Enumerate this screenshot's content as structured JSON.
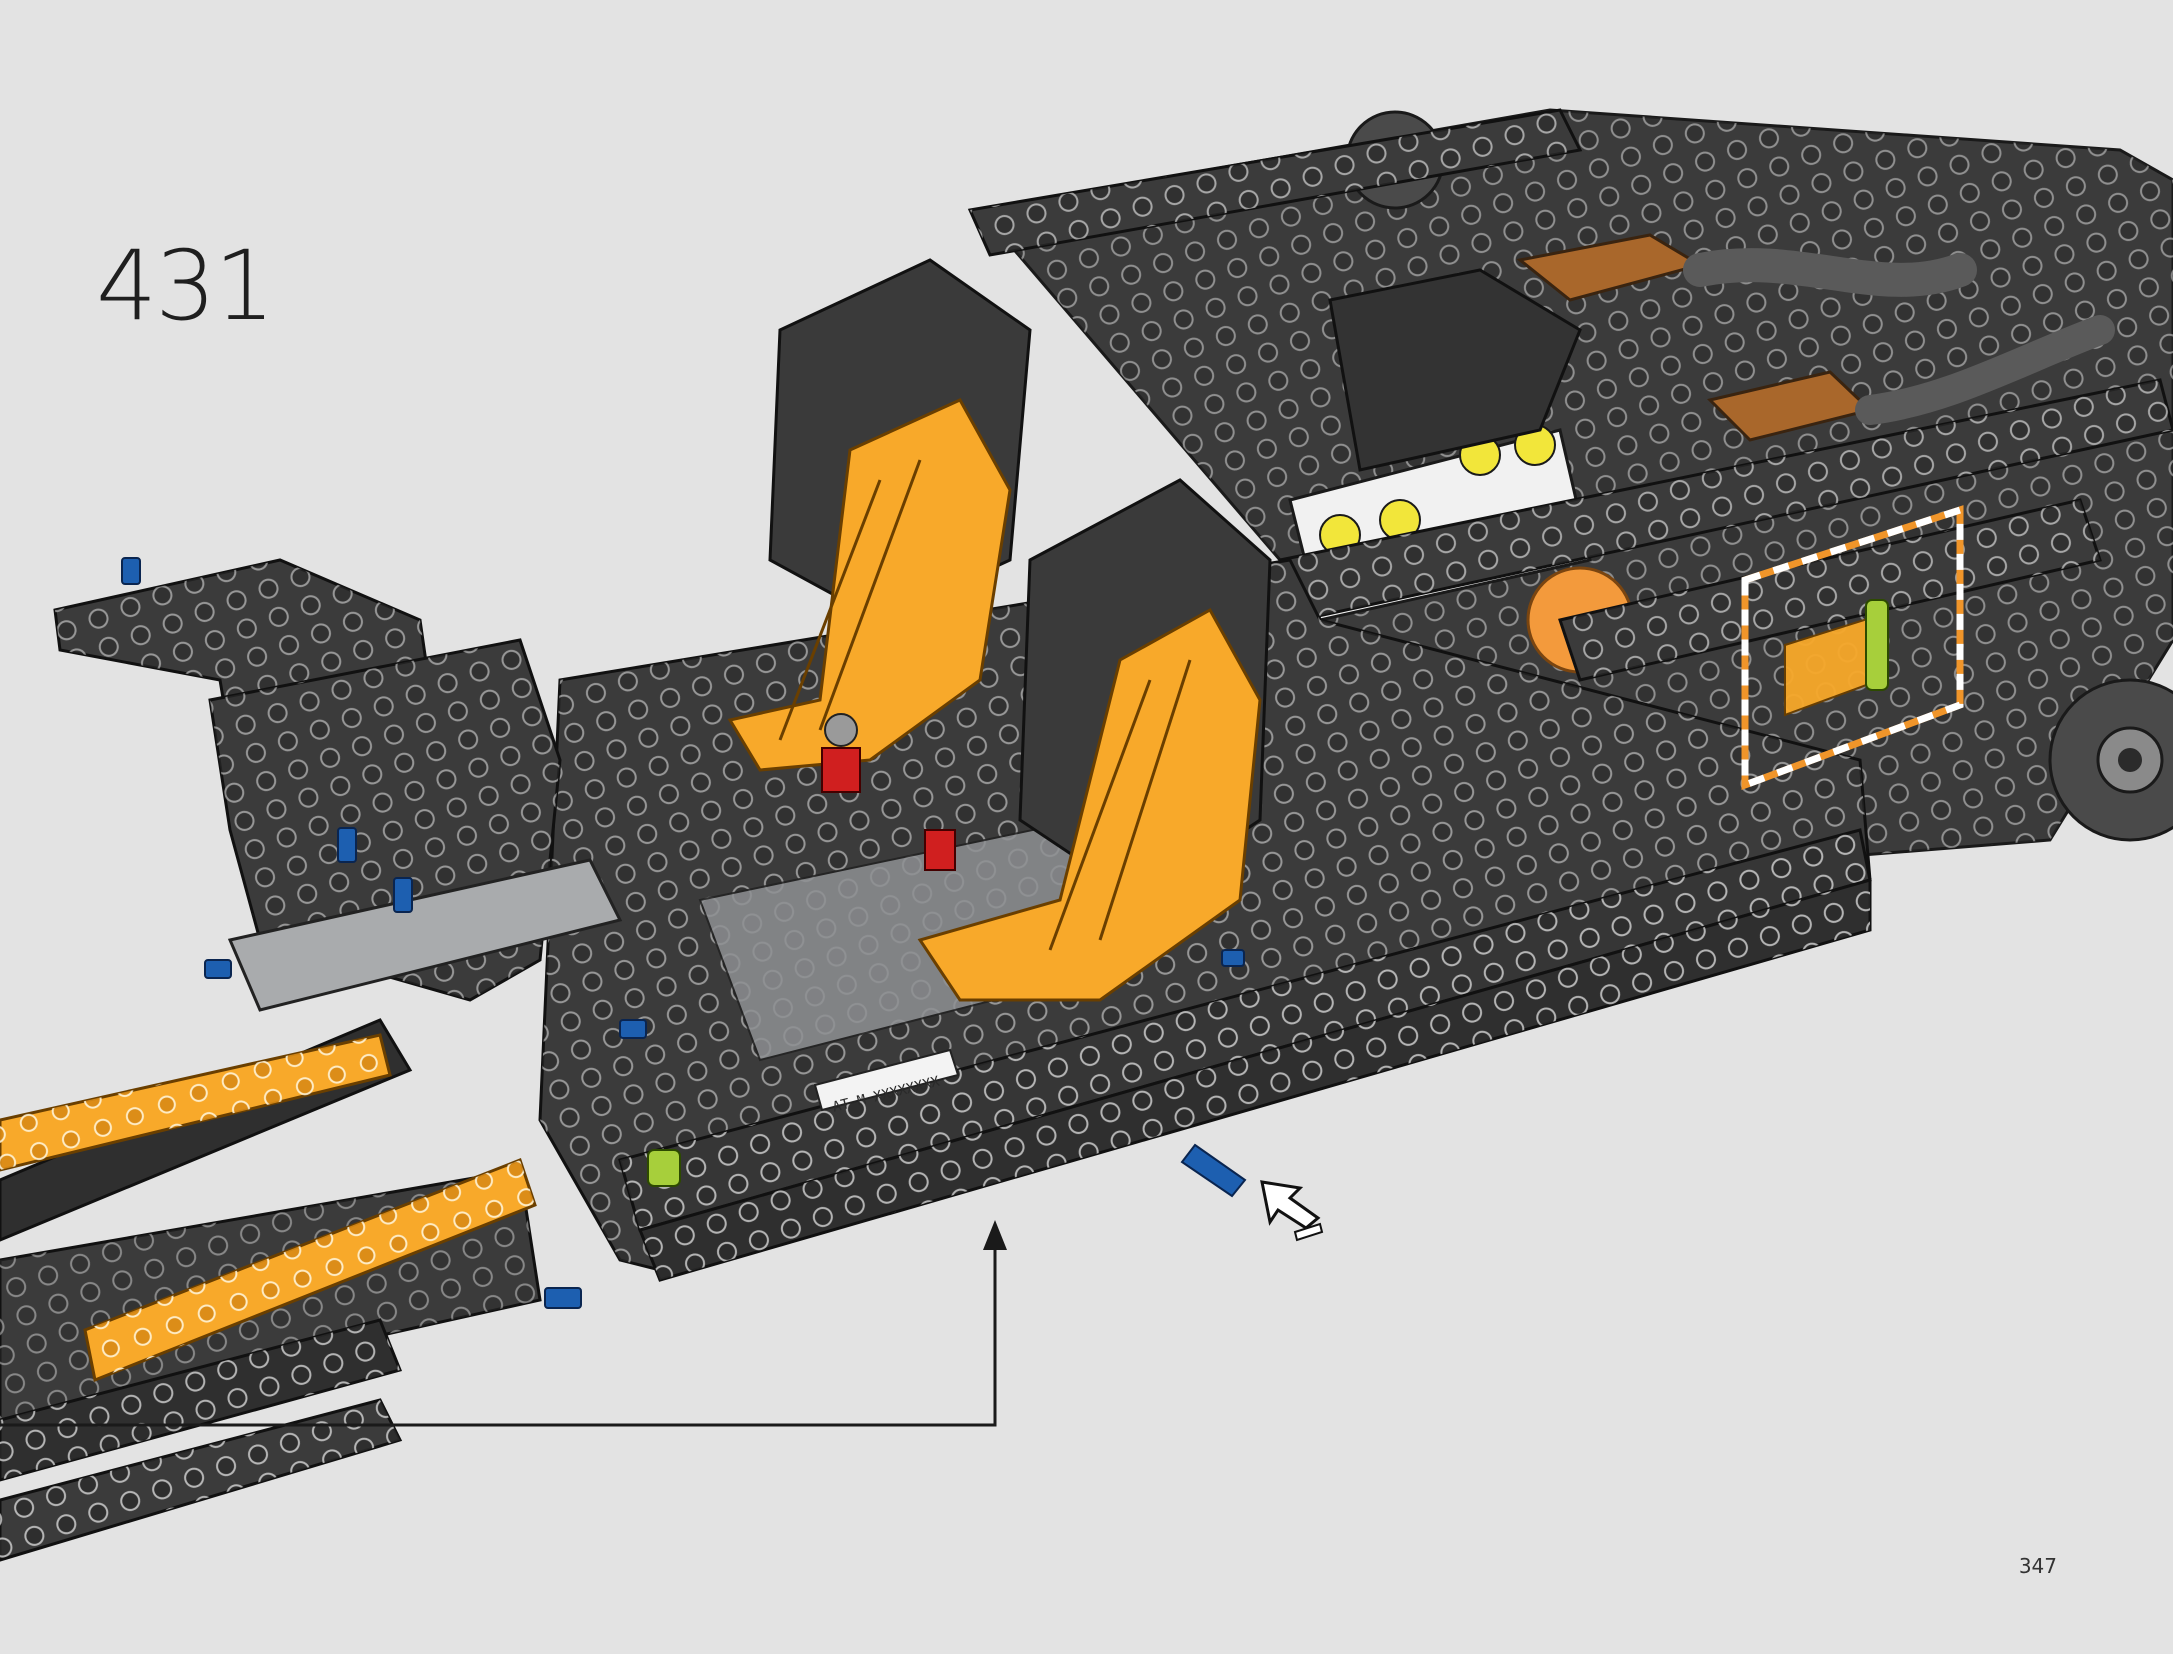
{
  "instruction": {
    "step_number": "431",
    "page_number": "347",
    "plate_text": "AT-M XXXXXXXX"
  },
  "colors": {
    "background": "#e3e3e3",
    "dark_bluish_gray": "#3b3b3b",
    "light_bluish_gray": "#a9abad",
    "bright_light_orange": "#f8a92a",
    "blue_pin": "#1d5fb0",
    "red_axle": "#d01f1f",
    "lime": "#a7cf3b",
    "yellow": "#f2e63a",
    "medium_nougat": "#a9672b",
    "callout_orange": "#f0952a"
  },
  "icons": {
    "insert_arrow": "insert-pin-arrow-icon",
    "callout_leader": "callout-leader-arrow-icon",
    "dashed_callout": "dashed-detail-callout"
  }
}
